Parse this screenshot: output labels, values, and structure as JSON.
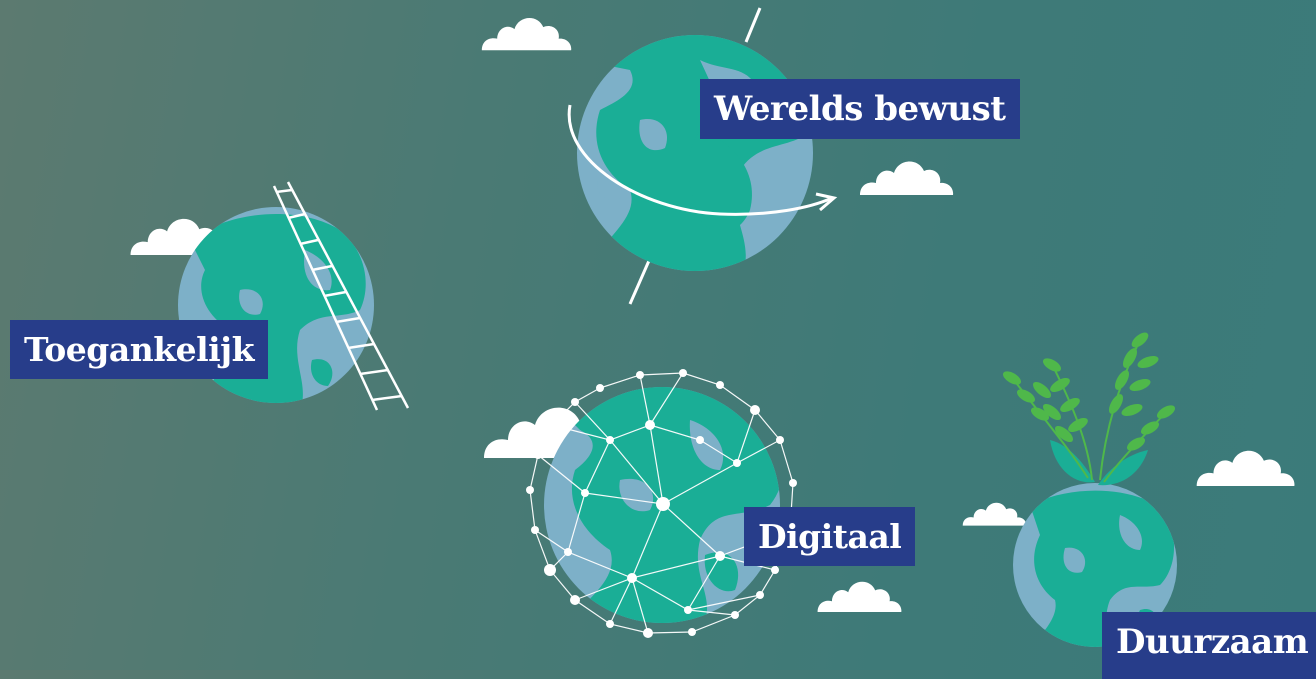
{
  "labels": {
    "werelds_bewust": "Werelds bewust",
    "toegankelijk": "Toegankelijk",
    "digitaal": "Digitaal",
    "duurzaam": "Duurzaam"
  },
  "colors": {
    "label_bg": "#273d8a",
    "globe_water": "#7db0c8",
    "globe_land": "#1aae96",
    "leaf_green": "#4fb84a",
    "cloud": "#ffffff"
  },
  "icons": [
    "globe-icon",
    "cloud-icon",
    "ladder-icon",
    "orbit-arrow-icon",
    "network-icon",
    "plant-icon"
  ]
}
